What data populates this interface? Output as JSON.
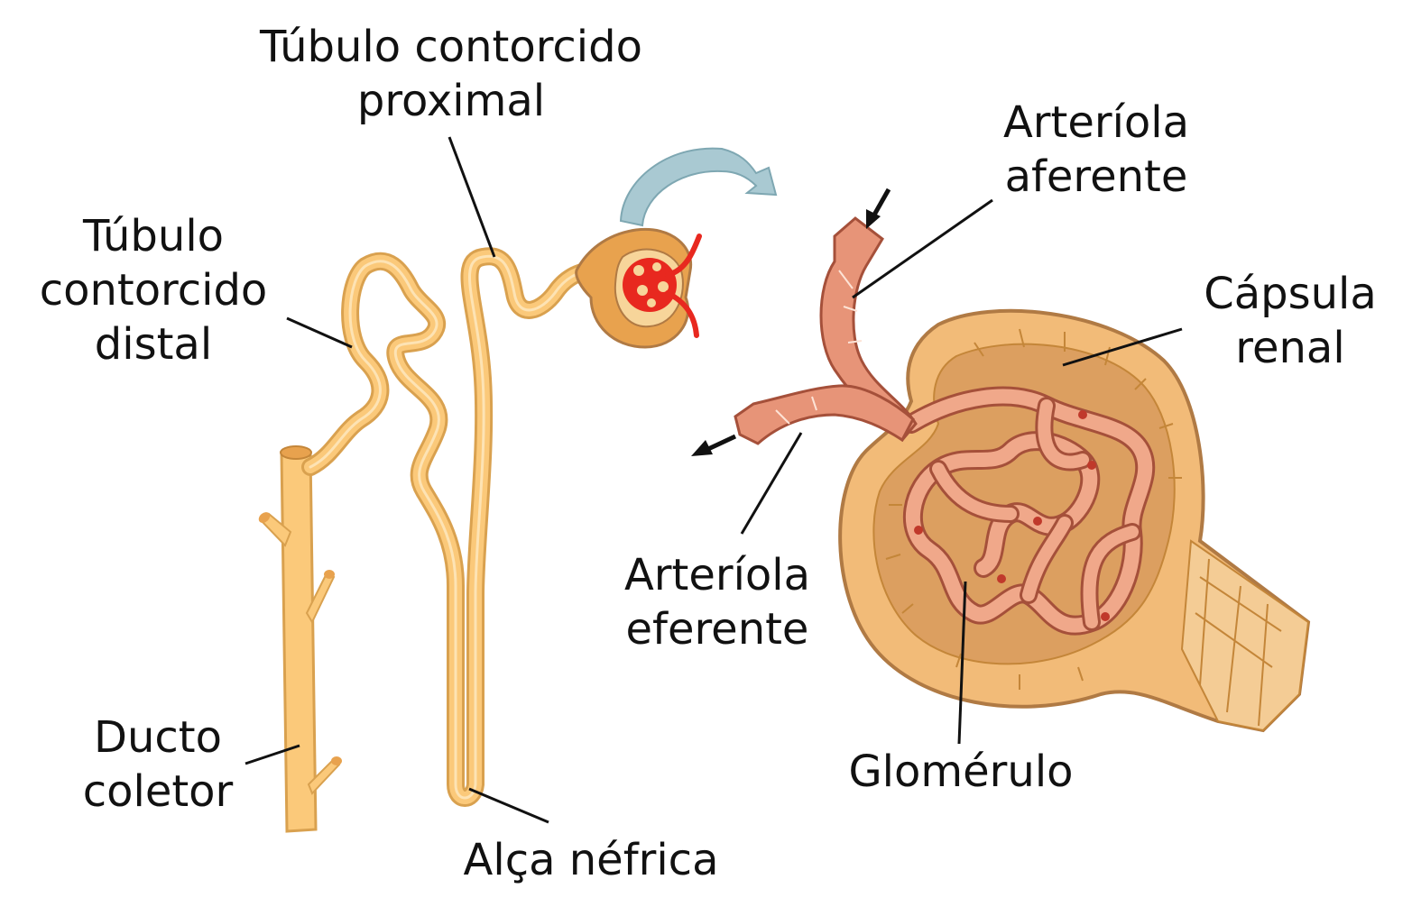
{
  "labels": {
    "pct": {
      "line1": "Túbulo contorcido",
      "line2": "proximal"
    },
    "dct": {
      "line1": "Túbulo",
      "line2": "contorcido",
      "line3": "distal"
    },
    "afferent": {
      "line1": "Arteríola",
      "line2": "aferente"
    },
    "capsule": {
      "line1": "Cápsula",
      "line2": "renal"
    },
    "efferent": {
      "line1": "Arteríola",
      "line2": "eferente"
    },
    "glomerulus": {
      "line1": "Glomérulo"
    },
    "collecting": {
      "line1": "Ducto",
      "line2": "coletor"
    },
    "loop": {
      "line1": "Alça néfrica"
    }
  },
  "colors": {
    "tubule_fill": "#fbc97a",
    "tubule_stroke": "#d9a14f",
    "capsule_fill": "#f2bb78",
    "capsule_stroke": "#b07a44",
    "vessel_fill": "#e79478",
    "vessel_stroke": "#a5503a",
    "capillary_fill": "#f0a88a",
    "blood_red": "#e8281f",
    "arrow_blue": "#a9c9d2",
    "leader": "#111111"
  }
}
